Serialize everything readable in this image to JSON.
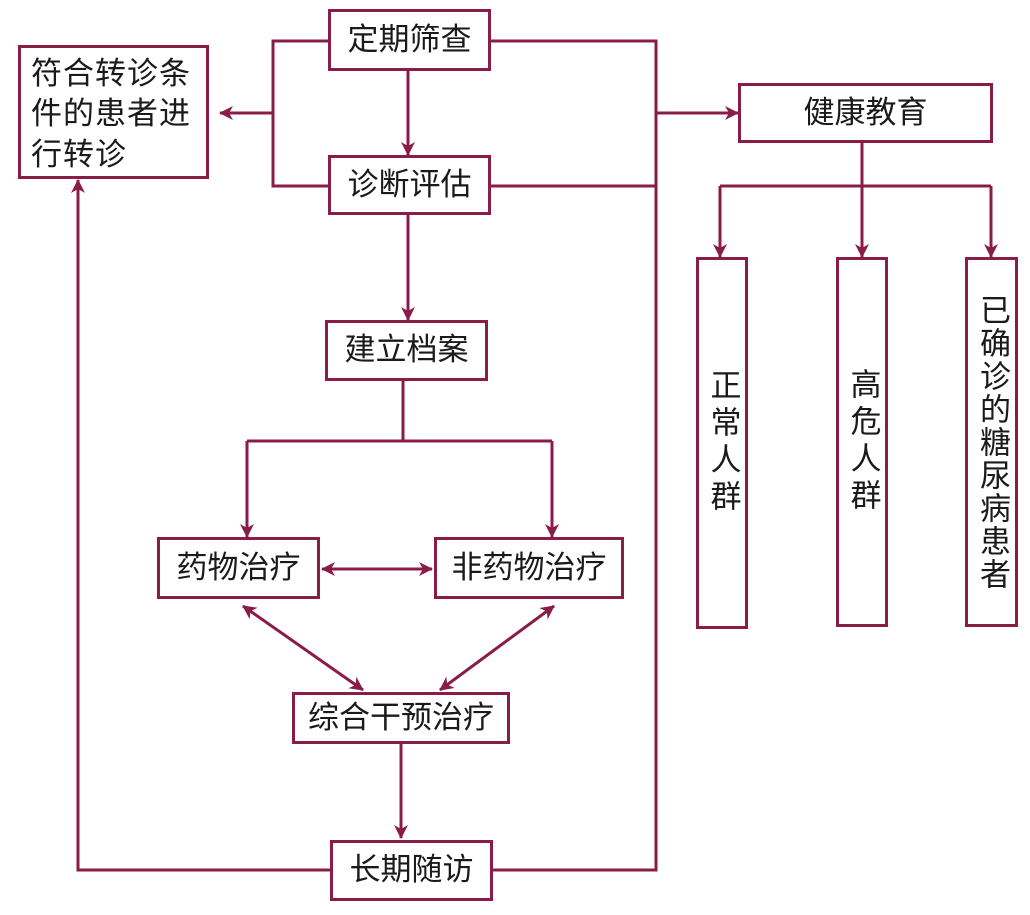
{
  "colors": {
    "line": "#8a1c48",
    "text": "#1a1a1a",
    "background": "#ffffff"
  },
  "nodes": {
    "screening": "定期筛查",
    "referral": "符合转诊条件的患者进行转诊",
    "assessment": "诊断评估",
    "archive": "建立档案",
    "drug_therapy": "药物治疗",
    "non_drug_therapy": "非药物治疗",
    "integrated": "综合干预治疗",
    "followup": "长期随访",
    "education": "健康教育",
    "normal": "正常人群",
    "high_risk": "高危人群",
    "diagnosed": "已确诊的糖尿病患者"
  }
}
